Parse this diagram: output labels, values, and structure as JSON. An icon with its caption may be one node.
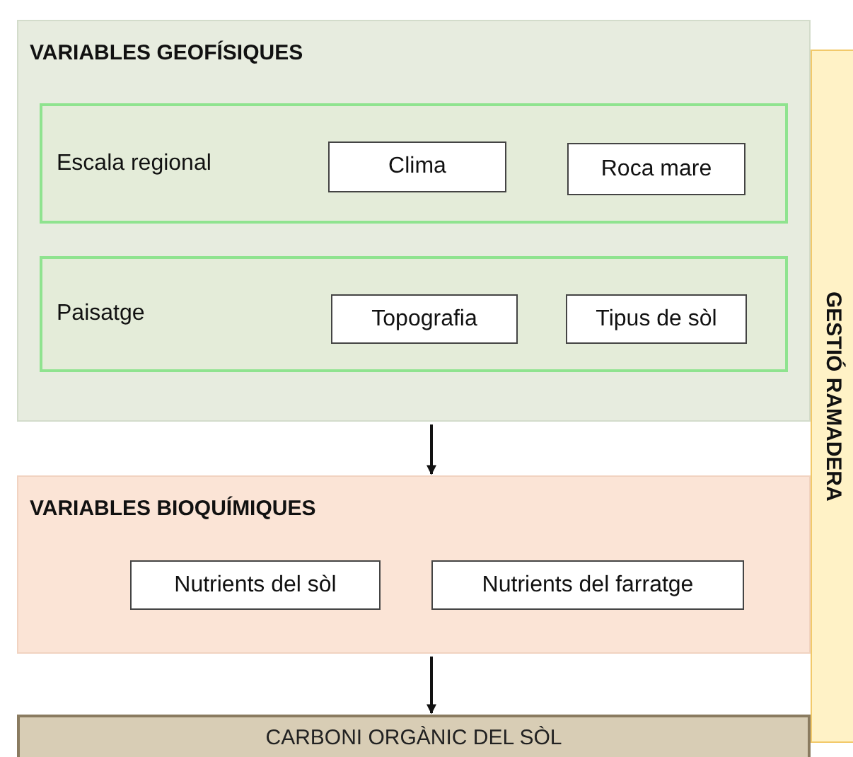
{
  "diagram": {
    "nodes": [
      {
        "text": [
          "VARIABLES GEOFÍSIQUES"
        ]
      },
      {
        "text": [
          "Escala regional"
        ],
        "in": 0
      },
      {
        "text": [
          "Clima"
        ],
        "in": 1
      },
      {
        "text": [
          "Roca mare"
        ],
        "in": 1
      },
      {
        "text": [
          "Paisatge"
        ],
        "in": 0
      },
      {
        "text": [
          "Topografia"
        ],
        "in": 4
      },
      {
        "text": [
          "Tipus de sòl"
        ],
        "in": 4
      },
      {
        "text": [
          "VARIABLES BIOQUÍMIQUES"
        ]
      },
      {
        "text": [
          "Nutrients del sòl"
        ],
        "in": 7
      },
      {
        "text": [
          "Nutrients del farratge"
        ],
        "in": 7
      },
      {
        "text": [
          "CARBONI ORGÀNIC DEL SÒL"
        ]
      },
      {
        "text": [
          "GESTIÓ RAMADERA"
        ]
      }
    ],
    "edges": [
      {
        "from": 0,
        "to": 7,
        "arrow": "to"
      },
      {
        "from": 7,
        "to": 10,
        "arrow": "to"
      }
    ]
  }
}
